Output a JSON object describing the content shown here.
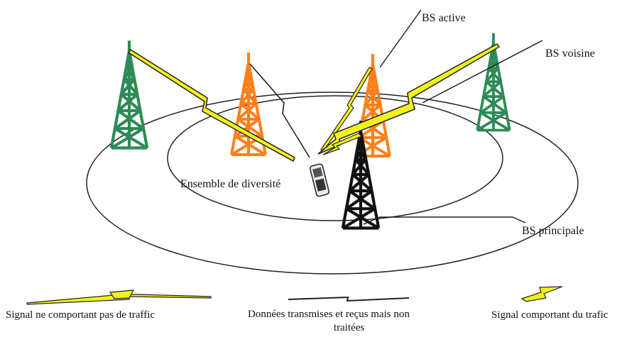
{
  "labels": {
    "bs_active": "BS active",
    "bs_voisine": "BS voisine",
    "bs_principale": "BS principale",
    "diversity_set": "Ensemble de diversité"
  },
  "legend": {
    "no_traffic": "Signal ne comportant pas de traffic",
    "unprocessed_line1": "Données transmises et reçus mais non",
    "unprocessed_line2": "traitées",
    "traffic": "Signal comportant du trafic"
  },
  "colors": {
    "tower_green": "#2e8b57",
    "tower_orange": "#ff7f1a",
    "tower_black": "#111111",
    "signal_yellow": "#f2f21a",
    "line": "#222222"
  },
  "icons": {
    "tower": "lattice-tower-icon",
    "mobile": "mobile-phone-icon",
    "signal": "lightning-signal-icon"
  }
}
